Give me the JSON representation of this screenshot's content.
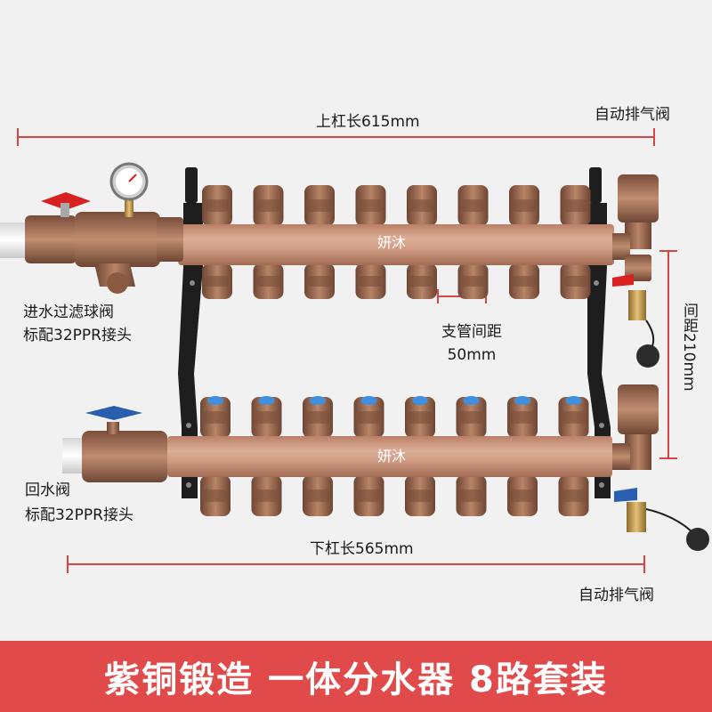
{
  "dimensions": {
    "top_bar_length": "上杠长615mm",
    "bottom_bar_length": "下杠长565mm",
    "branch_spacing_line1": "支管间距",
    "branch_spacing_line2": "50mm",
    "bar_gap": "间距210mm"
  },
  "labels": {
    "air_vent_top": "自动排气阀",
    "air_vent_bottom": "自动排气阀",
    "inlet_line1": "进水过滤球阀",
    "inlet_line2": "标配32PPR接头",
    "return_line1": "回水阀",
    "return_line2": "标配32PPR接头"
  },
  "manifold": {
    "brand_top": "妍沐",
    "brand_bottom": "妍沐",
    "outlet_count": 8
  },
  "banner": {
    "text": "紫铜锻造 一体分水器 8路套装"
  },
  "colors": {
    "background": "#f1f1f1",
    "dimension_line": "#d64545",
    "copper": "#c9957d",
    "bronze": "#9a6a4e",
    "bracket": "#1e1e1e",
    "red_handle": "#d82020",
    "blue_handle": "#2a5fb0",
    "banner": "#e14a4a"
  }
}
